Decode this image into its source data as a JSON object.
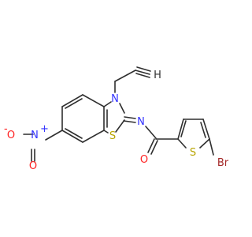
{
  "molecule": {
    "atoms": {
      "n_nitro": "N",
      "n_nitro_charge": "+",
      "o_nitro_minus": "O",
      "o_nitro_minus_charge": "-",
      "o_nitro_double": "O",
      "s_thiazole": "S",
      "n_thiazole": "N",
      "n_imine": "N",
      "o_carbonyl": "O",
      "s_thiophene": "S",
      "br": "Br",
      "h_alkyne": "H"
    },
    "colors": {
      "bond": "#2f2f2f",
      "nitrogen": "#3333ff",
      "oxygen": "#ff2020",
      "sulfur": "#b8a400",
      "bromine": "#a52a2a",
      "hydrogen": "#2f2f2f"
    }
  }
}
